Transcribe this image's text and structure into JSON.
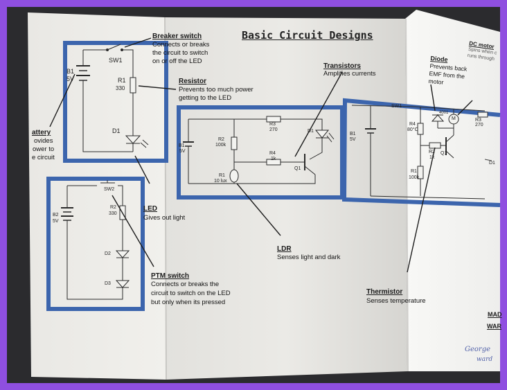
{
  "title": "Basic Circuit Designs",
  "labels": {
    "breaker": {
      "heading": "Breaker switch",
      "lines": [
        "Connects or breaks",
        "the circuit to switch",
        "on or off the LED"
      ]
    },
    "resistor": {
      "heading": "Resistor",
      "lines": [
        "Prevents too much power",
        "getting to the LED"
      ]
    },
    "battery": {
      "heading": "attery",
      "lines": [
        "ovides",
        "ower to",
        "e circuit"
      ]
    },
    "transistors": {
      "heading": "Transistors",
      "lines": [
        "Amplifies currents"
      ]
    },
    "led": {
      "heading": "LED",
      "lines": [
        "Gives out light"
      ]
    },
    "ptm": {
      "heading": "PTM switch",
      "lines": [
        "Connects or breaks the",
        "circuit to switch on the LED",
        "but only when its pressed"
      ]
    },
    "ldr": {
      "heading": "LDR",
      "lines": [
        "Senses light and dark"
      ]
    },
    "thermistor": {
      "heading": "Thermistor",
      "lines": [
        "Senses temperature"
      ]
    },
    "diode": {
      "heading": "Diode",
      "lines": [
        "Prevents back",
        "EMF from the",
        "motor"
      ]
    },
    "dcmotor": {
      "heading": "DC motor",
      "lines": [
        "Spins when c",
        "runs through"
      ]
    }
  },
  "components": {
    "c1": {
      "sw1": "SW1",
      "b1": "B1",
      "b1v": "5V",
      "r1": "R1",
      "r1v": "330",
      "d1": "D1"
    },
    "c2": {
      "sw2": "SW2",
      "b2": "B2",
      "b2v": "5V",
      "r2": "R2",
      "r2v": "330",
      "d2": "D2",
      "d3": "D3"
    },
    "c3": {
      "r3": "R3",
      "r3v": "270",
      "r2": "R2",
      "r2v": "100k",
      "r4": "R4",
      "r4v": "1k",
      "b1": "B1",
      "b1v": "5V",
      "r1": "R1",
      "r1v": "10 lux",
      "q1": "Q1",
      "d1": "D1"
    },
    "c4": {
      "sw1": "SW1",
      "b1": "B1",
      "b1v": "5V",
      "r4": "R4",
      "r4v": "80°C",
      "r2": "R2",
      "r2v": "1k",
      "r1": "R1",
      "r1v": "100k",
      "q1": "Q1",
      "r3": "R3",
      "r3v": "270",
      "d1": "D1",
      "m": "M",
      "diode": "4001"
    }
  },
  "corner": {
    "line1": "MAD",
    "line2": "WAR"
  },
  "signature": {
    "line1": "George",
    "line2": "ward"
  }
}
